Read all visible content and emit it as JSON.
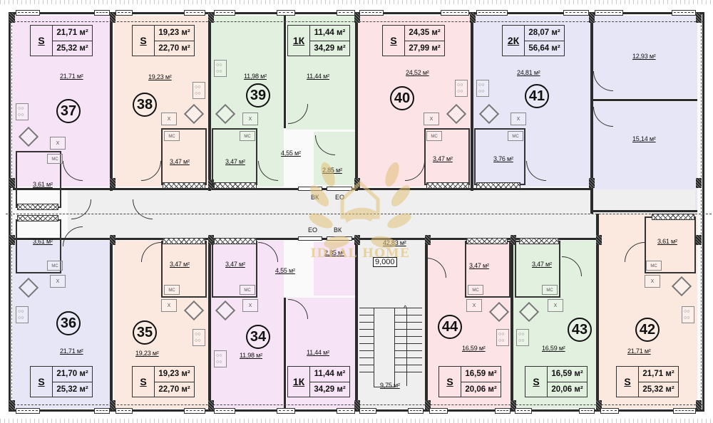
{
  "plan": {
    "colors": {
      "pink": "#f6e4f6",
      "peach": "#fbe9e0",
      "green": "#e2f0df",
      "rose": "#fbe3e6",
      "lavender": "#e6e6f7",
      "corridor": "#efefef",
      "watermark": "#e6c77a"
    },
    "watermark_text": "IDEAL HOME",
    "corridor_area": "42,83 м²",
    "elevation_mark": "9,000",
    "stair_area": "9,75 м²",
    "risers": [
      {
        "top": "ВК",
        "bottom": "ЕО"
      },
      {
        "top": "ЕО",
        "bottom": "ВК"
      }
    ],
    "fixture_labels": {
      "wm": "МС",
      "fridge": "Х"
    },
    "apartments": [
      {
        "number": "37",
        "type": "S",
        "living_area": "21,71 м²",
        "total_area": "25,32 м²",
        "room_area": "21,71 м²",
        "bath_area": "3,61 м²"
      },
      {
        "number": "38",
        "type": "S",
        "living_area": "19,23 м²",
        "total_area": "22,70 м²",
        "room_area": "19,23 м²",
        "bath_area": "3,47 м²"
      },
      {
        "number": "39",
        "type": "1К",
        "living_area": "11,44 м²",
        "total_area": "34,29 м²",
        "room_area": "11,98 м²",
        "bedroom_area": "11,44 м²",
        "bath_area": "3,47 м²",
        "hall_area": "4,55 м²",
        "closet_area": "2,85 м²"
      },
      {
        "number": "40",
        "type": "S",
        "living_area": "24,35 м²",
        "total_area": "27,99 м²",
        "room_area": "24,52 м²",
        "bath_area": "3,47 м²"
      },
      {
        "number": "41",
        "type": "2К",
        "living_area": "28,07 м²",
        "total_area": "56,64 м²",
        "room_area": "24,81 м²",
        "bedroom1_area": "12,93 м²",
        "bedroom2_area": "15,14 м²",
        "bath_area": "3,76 м²"
      },
      {
        "number": "36",
        "type": "S",
        "living_area": "21,70 м²",
        "total_area": "25,32 м²",
        "room_area": "21,71 м²",
        "bath_area": "3,61 м²"
      },
      {
        "number": "35",
        "type": "S",
        "living_area": "19,23 м²",
        "total_area": "22,70 м²",
        "room_area": "19,23 м²",
        "bath_area": "3,47 м²"
      },
      {
        "number": "34",
        "type": "1К",
        "living_area": "11,44 м²",
        "total_area": "34,29 м²",
        "room_area": "11,98 м²",
        "bedroom_area": "11,44 м²",
        "bath_area": "3,47 м²",
        "hall_area": "4,55 м²",
        "closet_area": "2,85 м²"
      },
      {
        "number": "44",
        "type": "S",
        "living_area": "16,59 м²",
        "total_area": "20,06 м²",
        "room_area": "16,59 м²",
        "bath_area": "3,47 м²"
      },
      {
        "number": "43",
        "type": "S",
        "living_area": "16,59 м²",
        "total_area": "20,06 м²",
        "room_area": "16,59 м²",
        "bath_area": "3,47 м²"
      },
      {
        "number": "42",
        "type": "S",
        "living_area": "21,71 м²",
        "total_area": "25,32 м²",
        "room_area": "21,71 м²",
        "bath_area": "3,61 м²"
      }
    ]
  }
}
